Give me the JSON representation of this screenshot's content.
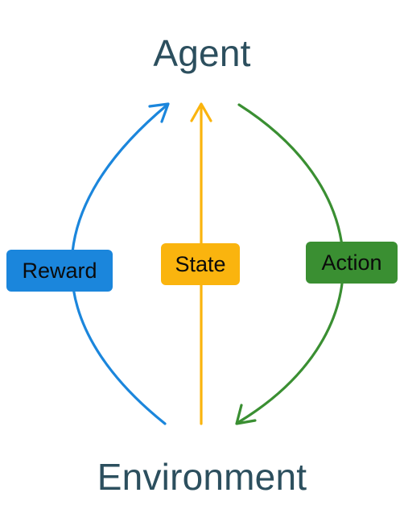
{
  "nodes": {
    "agent": "Agent",
    "environment": "Environment"
  },
  "edges": {
    "reward": {
      "label": "Reward",
      "color": "#1b86dc"
    },
    "state": {
      "label": "State",
      "color": "#fab40e"
    },
    "action": {
      "label": "Action",
      "color": "#3a8f32"
    }
  },
  "colors": {
    "title_text": "#2c4f5e",
    "label_text": "#0b0b0b"
  }
}
